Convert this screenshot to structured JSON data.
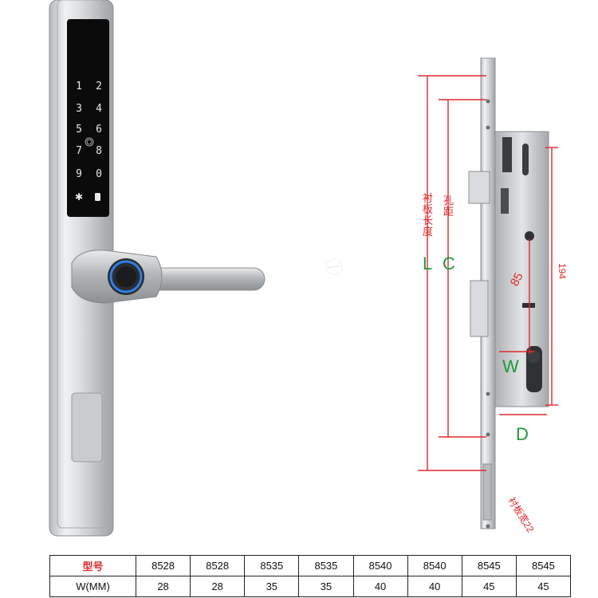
{
  "diagram": {
    "labels": {
      "kong_ju": "孔距",
      "chen_ban_chang_du": "衬板长度",
      "c": "C",
      "l": "L",
      "d": "D",
      "w": "W",
      "dim_85": "85",
      "dim_194": "194",
      "chen_ban_kuan": "衬板宽22"
    },
    "colors": {
      "dimension_red": "#e0292d",
      "letter_green": "#1c9a3a",
      "lock_silver": "#c7c9cc"
    }
  },
  "spec_table": {
    "header_label": "型号",
    "models": [
      "8528",
      "8528",
      "8535",
      "8535",
      "8540",
      "8540",
      "8545",
      "8545"
    ],
    "row2_label": "W(MM)",
    "w_values": [
      "28",
      "28",
      "35",
      "35",
      "40",
      "40",
      "45",
      "45"
    ]
  }
}
